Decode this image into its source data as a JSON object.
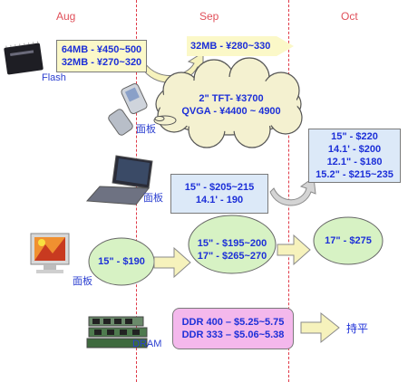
{
  "months": [
    "Aug",
    "Sep",
    "Oct"
  ],
  "rows": {
    "flash": {
      "label": "Flash",
      "aug_lines": [
        "64MB - ¥450~500",
        "32MB - ¥270~320"
      ],
      "sep_lines": [
        "32MB - ¥280~330"
      ]
    },
    "phone": {
      "label": "面板",
      "sep_lines": [
        "2\" TFT- ¥3700",
        "QVGA - ¥4400 ~ 4900"
      ]
    },
    "notebook": {
      "label": "面板",
      "sep_lines": [
        "15\" - $205~215",
        "14.1' - 190"
      ],
      "oct_lines": [
        "15\" - $220",
        "14.1' - $200",
        "12.1\" - $180",
        "15.2\" - $215~235"
      ]
    },
    "monitor": {
      "label": "面板",
      "aug_lines": [
        "15\" - $190"
      ],
      "sep_lines": [
        "15\" - $195~200",
        "17\" - $265~270"
      ],
      "oct_lines": [
        "17\" - $275"
      ]
    },
    "dram": {
      "label": "DRAM",
      "sep_lines": [
        "DDR 400 – $5.25~5.75",
        "DDR 333 – $5.06~5.38"
      ],
      "oct_label": "持平"
    }
  },
  "colors": {
    "month_text": "#e0505a",
    "divider": "#e03a48",
    "price_text": "#1c2fd8",
    "flash_box": "#fbf8c8",
    "cloud": "#f4f1d0",
    "notebook_box": "#dce9f8",
    "ellipse": "#d7f2c4",
    "dram_box": "#f4b8ec",
    "arrow": "#f6f2bc"
  },
  "icons": [
    "flash-chip-icon",
    "mobile-phone-icon",
    "notebook-icon",
    "monitor-icon",
    "dram-module-icon"
  ]
}
